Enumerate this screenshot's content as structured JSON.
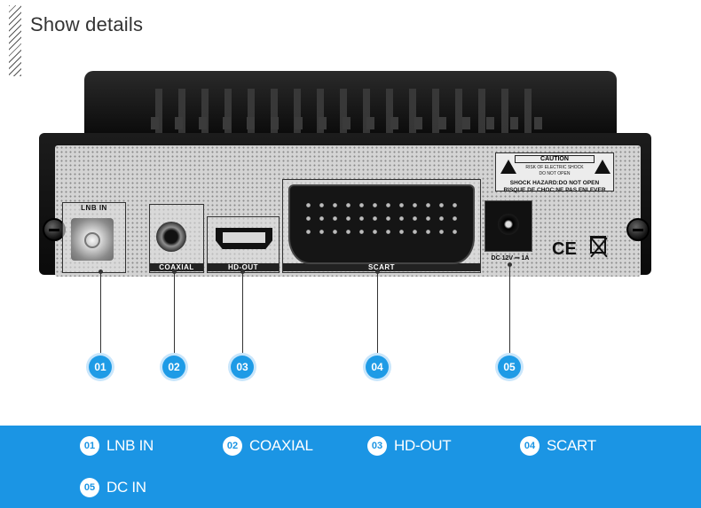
{
  "header": {
    "title": "Show details"
  },
  "device": {
    "ports": {
      "lnb_label": "LNB IN",
      "coaxial_label": "COAXIAL",
      "hdout_label": "HD-OUT",
      "scart_label": "SCART",
      "dc_label": "DC 12V ⎓ 1A"
    },
    "caution": {
      "title": "CAUTION",
      "line1": "RISK OF ELECTRIC SHOCK",
      "line2": "DO NOT OPEN",
      "foot1": "SHOCK HAZARD:DO NOT OPEN",
      "foot2": "RISQUE DE CHOC:NE PAS ENLEVER"
    },
    "ce_mark": "CE"
  },
  "callouts": [
    "01",
    "02",
    "03",
    "04",
    "05"
  ],
  "legend": {
    "items": [
      {
        "num": "01",
        "label": "LNB IN"
      },
      {
        "num": "02",
        "label": "COAXIAL"
      },
      {
        "num": "03",
        "label": "HD-OUT"
      },
      {
        "num": "04",
        "label": "SCART"
      },
      {
        "num": "05",
        "label": "DC IN"
      }
    ]
  },
  "colors": {
    "accent": "#1b95e4",
    "badge": "#1e9be6"
  }
}
